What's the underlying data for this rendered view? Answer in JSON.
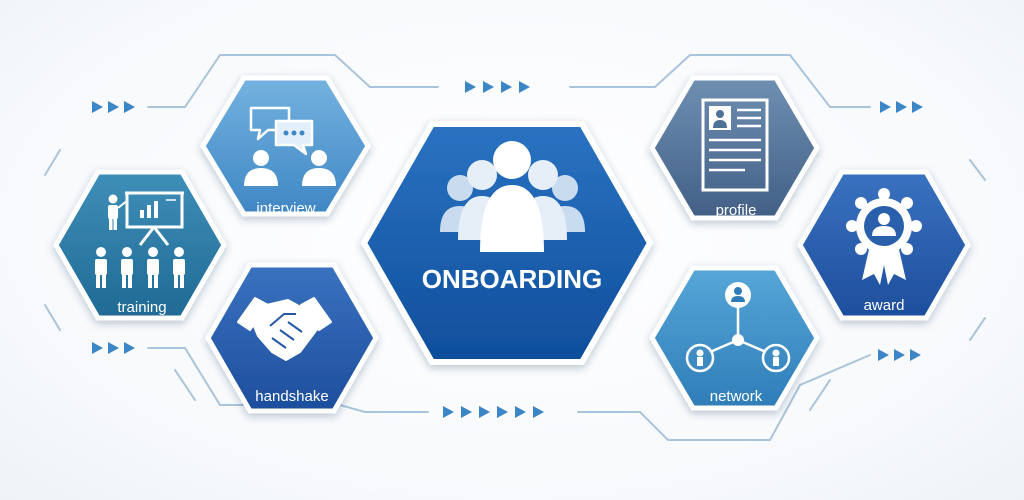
{
  "center": {
    "label": "ONBOARDING",
    "icon": "people-group-icon"
  },
  "nodes": {
    "training": {
      "label": "training",
      "icon": "presentation-training-icon"
    },
    "interview": {
      "label": "interview",
      "icon": "interview-chat-icon"
    },
    "handshake": {
      "label": "handshake",
      "icon": "handshake-icon"
    },
    "profile": {
      "label": "profile",
      "icon": "profile-document-icon"
    },
    "award": {
      "label": "award",
      "icon": "award-ribbon-icon"
    },
    "network": {
      "label": "network",
      "icon": "network-people-icon"
    }
  },
  "colors": {
    "connector": "#a9c4db",
    "arrow": "#3d86c6",
    "center_fill": "#1a5fb0",
    "hex_light": "#5b9fd3",
    "hex_teal": "#2e7aa6",
    "hex_slate": "#4f7397",
    "hex_navy": "#2559a6"
  }
}
